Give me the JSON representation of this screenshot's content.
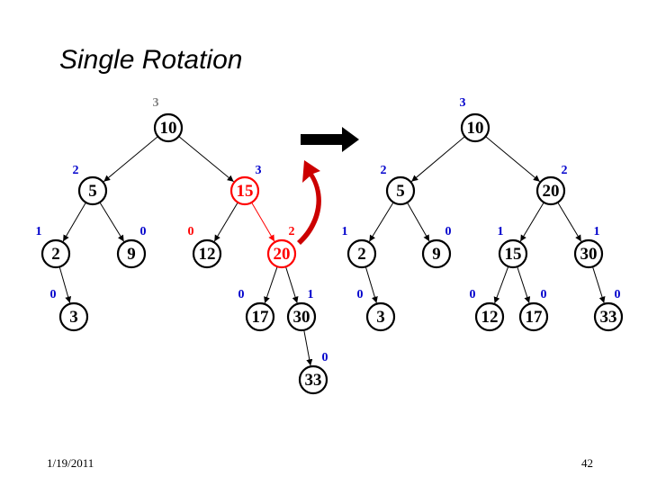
{
  "title": "Single Rotation",
  "footer": {
    "date": "1/19/2011",
    "page": "42"
  },
  "colors": {
    "normal": "#000000",
    "highlight": "#ff0000",
    "balance": "#0000cc",
    "balance_root": "#808080",
    "curved_arrow": "#cc0000"
  },
  "before_tree": {
    "nodes": [
      {
        "key": "10",
        "balance": "3",
        "balance_color": "gray"
      },
      {
        "key": "5",
        "balance": "2"
      },
      {
        "key": "15",
        "balance": "3",
        "highlight": true
      },
      {
        "key": "2",
        "balance": "1"
      },
      {
        "key": "9",
        "balance": "0"
      },
      {
        "key": "12",
        "balance": "0",
        "balance_color": "red"
      },
      {
        "key": "20",
        "balance": "2",
        "highlight": true,
        "balance_color": "red"
      },
      {
        "key": "3",
        "balance": "0"
      },
      {
        "key": "17",
        "balance": "0"
      },
      {
        "key": "30",
        "balance": "1"
      },
      {
        "key": "33",
        "balance": "0"
      }
    ],
    "edges": [
      [
        "10",
        "5"
      ],
      [
        "10",
        "15"
      ],
      [
        "5",
        "2"
      ],
      [
        "5",
        "9"
      ],
      [
        "15",
        "12"
      ],
      [
        "15",
        "20"
      ],
      [
        "2",
        "3"
      ],
      [
        "20",
        "17"
      ],
      [
        "20",
        "30"
      ],
      [
        "30",
        "33"
      ]
    ]
  },
  "after_tree": {
    "nodes": [
      {
        "key": "10",
        "balance": "3"
      },
      {
        "key": "5",
        "balance": "2"
      },
      {
        "key": "20",
        "balance": "2"
      },
      {
        "key": "2",
        "balance": "1"
      },
      {
        "key": "9",
        "balance": "0"
      },
      {
        "key": "15",
        "balance": "1"
      },
      {
        "key": "30",
        "balance": "1"
      },
      {
        "key": "3",
        "balance": "0"
      },
      {
        "key": "12",
        "balance": "0"
      },
      {
        "key": "17",
        "balance": "0"
      },
      {
        "key": "33",
        "balance": "0"
      }
    ],
    "edges": [
      [
        "10",
        "5"
      ],
      [
        "10",
        "20"
      ],
      [
        "5",
        "2"
      ],
      [
        "5",
        "9"
      ],
      [
        "20",
        "15"
      ],
      [
        "20",
        "30"
      ],
      [
        "2",
        "3"
      ],
      [
        "15",
        "12"
      ],
      [
        "15",
        "17"
      ],
      [
        "30",
        "33"
      ]
    ]
  },
  "transition_arrow": "right-arrow",
  "rotation_arrow": "curved-up-arrow"
}
